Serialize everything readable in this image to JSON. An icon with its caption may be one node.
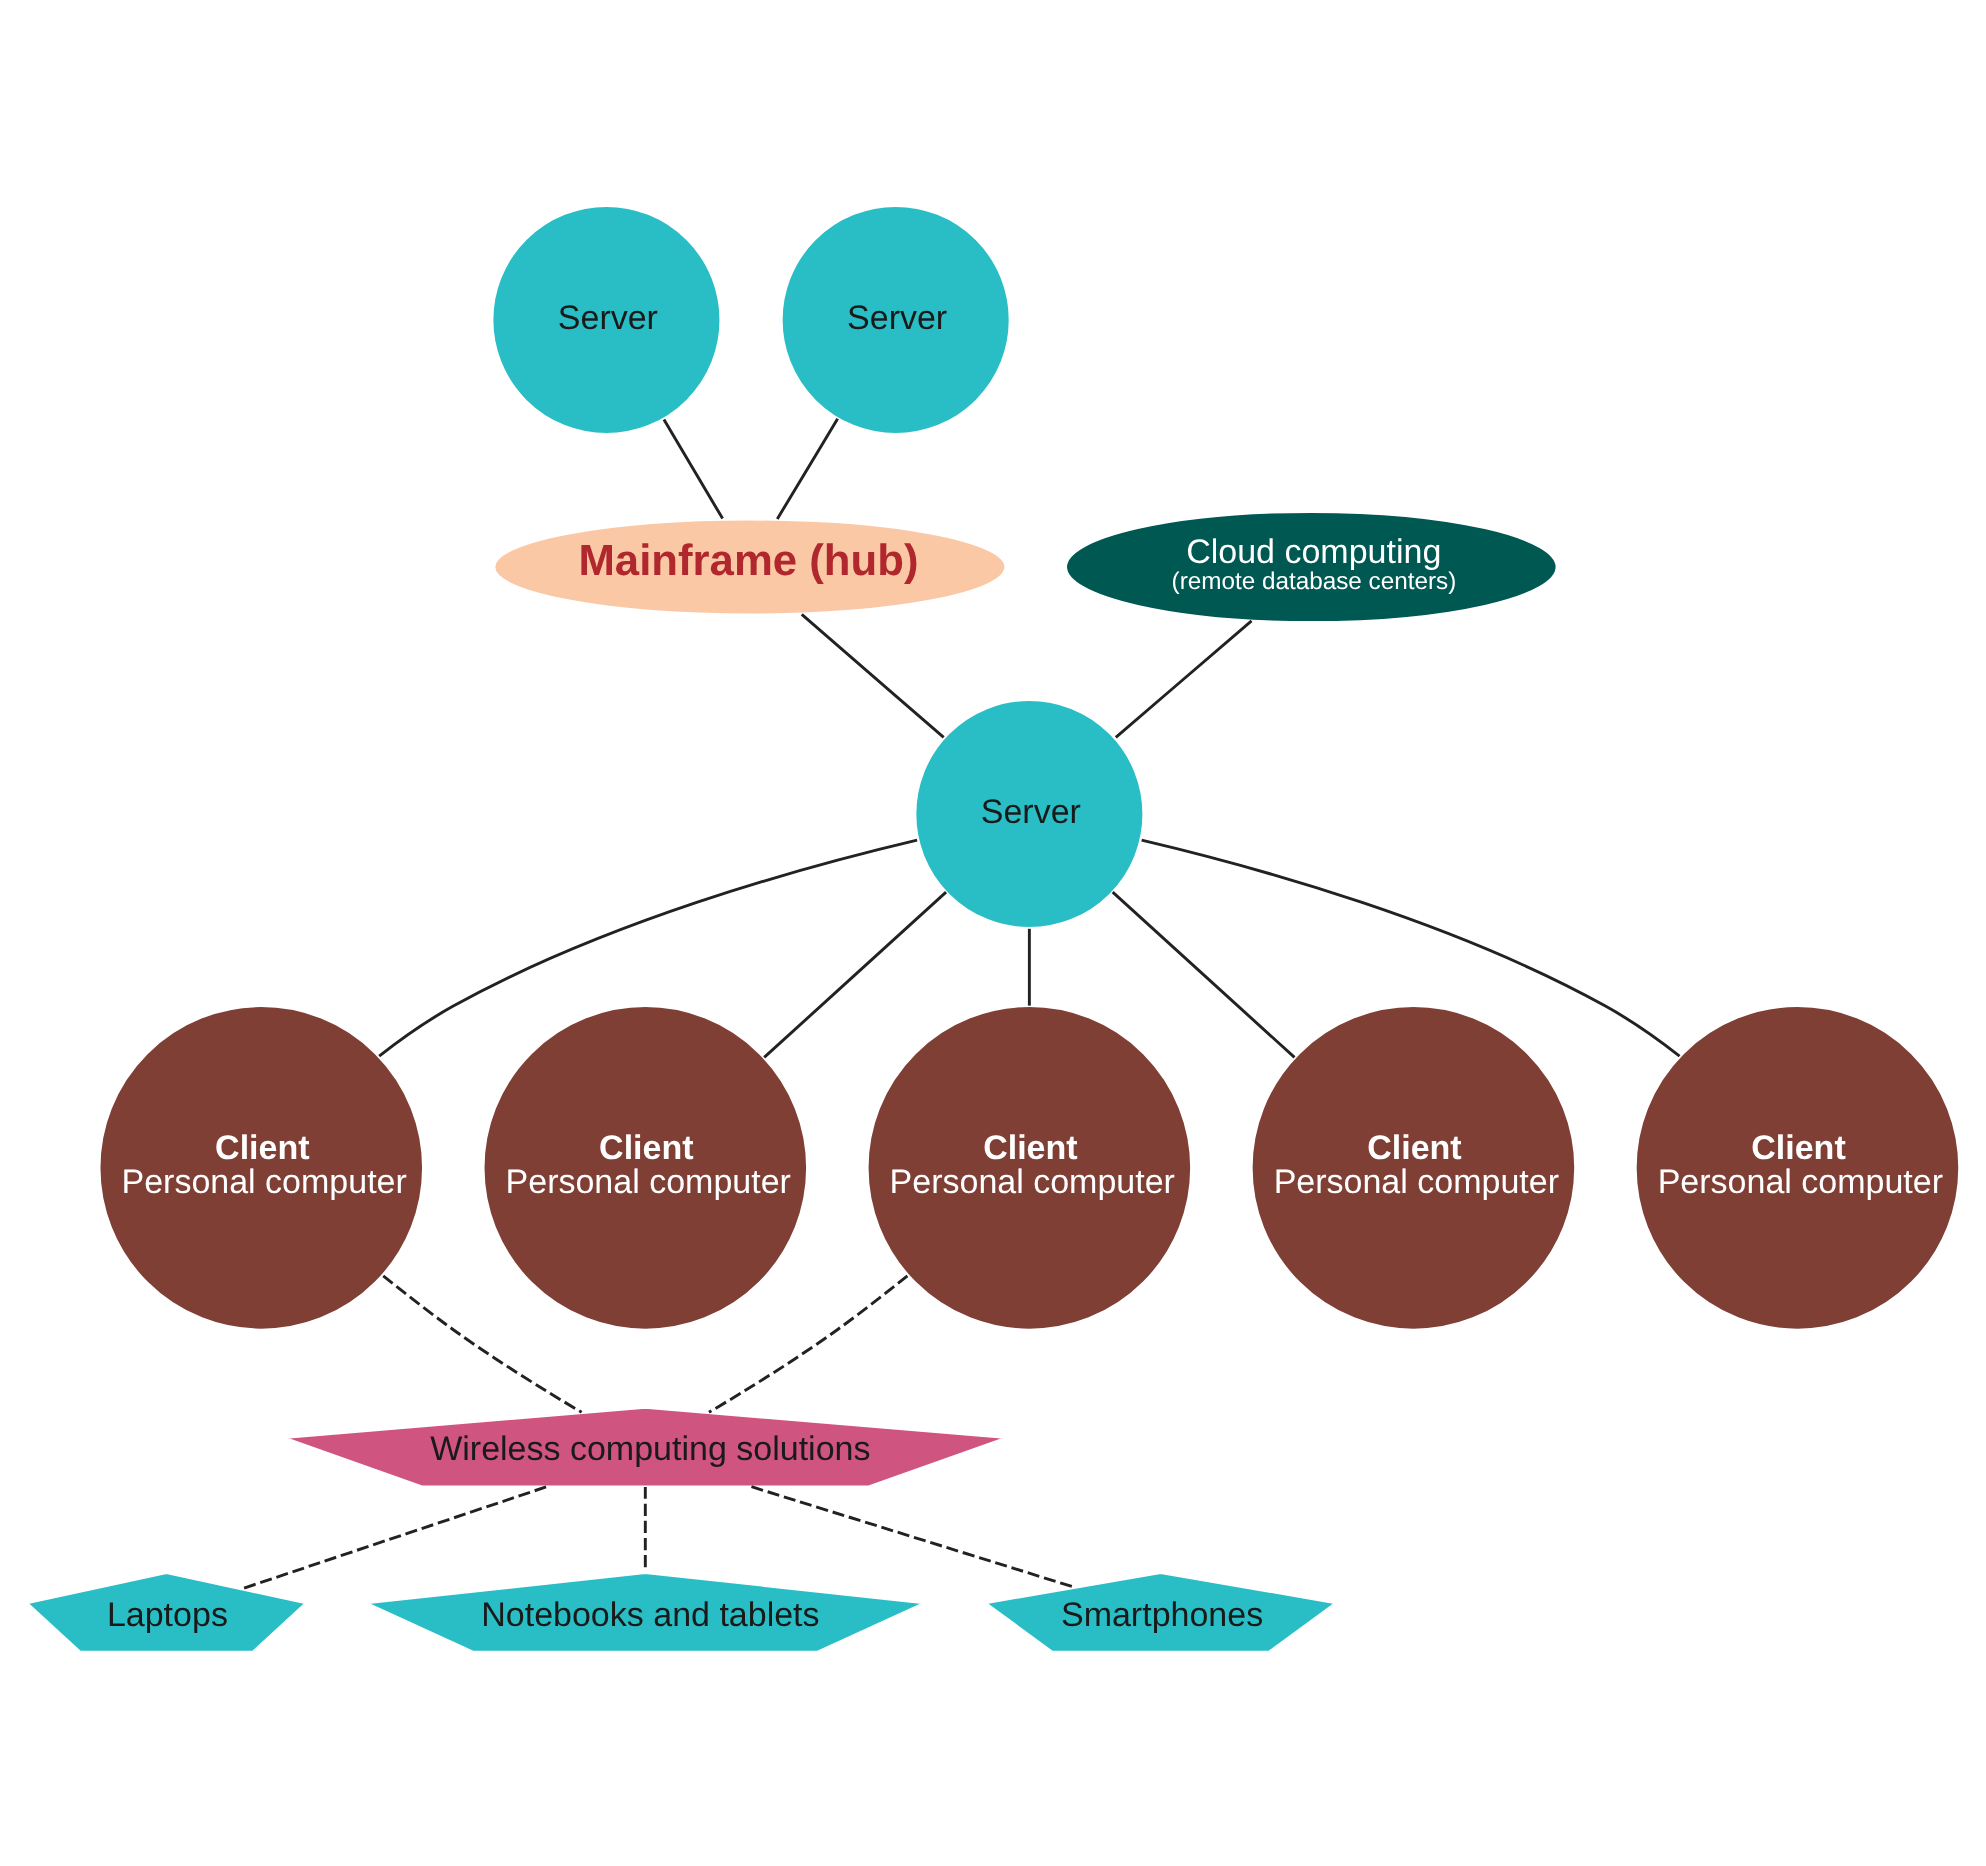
{
  "diagram": {
    "nodes": [
      {
        "text": [
          "Server"
        ]
      },
      {
        "text": [
          "Server"
        ]
      },
      {
        "text": [
          "Mainframe (hub)"
        ]
      },
      {
        "text": [
          "Cloud computing",
          "(remote database centers)"
        ]
      },
      {
        "text": [
          "Server"
        ]
      },
      {
        "text": [
          "Client",
          "Personal computer"
        ]
      },
      {
        "text": [
          "Client",
          "Personal computer"
        ]
      },
      {
        "text": [
          "Client",
          "Personal computer"
        ]
      },
      {
        "text": [
          "Client",
          "Personal computer"
        ]
      },
      {
        "text": [
          "Client",
          "Personal computer"
        ]
      },
      {
        "text": [
          "Wireless computing solutions"
        ]
      },
      {
        "text": [
          "Laptops"
        ]
      },
      {
        "text": [
          "Notebooks and tablets"
        ]
      },
      {
        "text": [
          "Smartphones"
        ]
      }
    ],
    "edges": [
      {
        "from": 0,
        "to": 2,
        "arrow": "none"
      },
      {
        "from": 1,
        "to": 2,
        "arrow": "none"
      },
      {
        "from": 2,
        "to": 4,
        "arrow": "none"
      },
      {
        "from": 3,
        "to": 4,
        "arrow": "none"
      },
      {
        "from": 4,
        "to": 5,
        "arrow": "none"
      },
      {
        "from": 4,
        "to": 6,
        "arrow": "none"
      },
      {
        "from": 4,
        "to": 7,
        "arrow": "none"
      },
      {
        "from": 4,
        "to": 8,
        "arrow": "none"
      },
      {
        "from": 4,
        "to": 9,
        "arrow": "none"
      },
      {
        "from": 5,
        "to": 10,
        "arrow": "none",
        "style": "dashed"
      },
      {
        "from": 7,
        "to": 10,
        "arrow": "none",
        "style": "dashed"
      },
      {
        "from": 10,
        "to": 11,
        "arrow": "none",
        "style": "dashed"
      },
      {
        "from": 10,
        "to": 12,
        "arrow": "none",
        "style": "dashed"
      },
      {
        "from": 10,
        "to": 13,
        "arrow": "none",
        "style": "dashed"
      }
    ]
  }
}
